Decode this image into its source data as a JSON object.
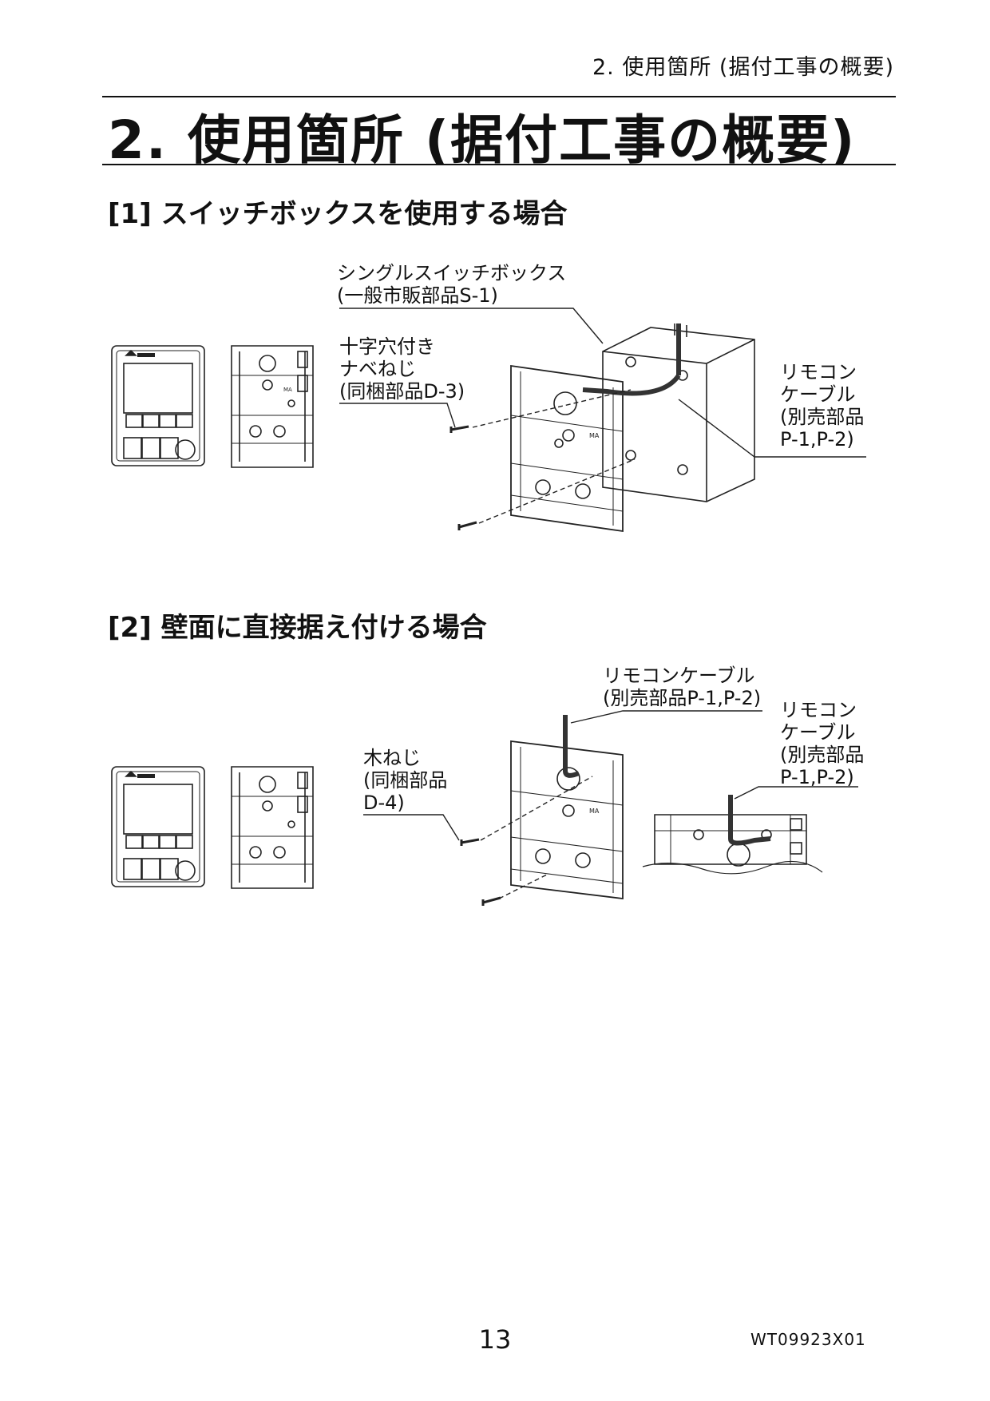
{
  "header": {
    "running_title": "2. 使用箇所 (据付工事の概要)"
  },
  "page_title": "2. 使用箇所 (据付工事の概要)",
  "section1": {
    "heading": "[1] スイッチボックスを使用する場合",
    "callout_switch_box": {
      "line1": "シングルスイッチボックス",
      "line2": "(一般市販部品S-1)"
    },
    "callout_screw": {
      "line1": "十字穴付き",
      "line2": "ナベねじ",
      "line3": "(同梱部品D-3)"
    },
    "callout_cable": {
      "line1": "リモコン",
      "line2": "ケーブル",
      "line3": "(別売部品",
      "line4": "P-1,P-2)"
    }
  },
  "section2": {
    "heading": "[2] 壁面に直接据え付ける場合",
    "callout_cable_top": {
      "line1": "リモコンケーブル",
      "line2": "(別売部品P-1,P-2)"
    },
    "callout_cable_side": {
      "line1": "リモコン",
      "line2": "ケーブル",
      "line3": "(別売部品",
      "line4": "P-1,P-2)"
    },
    "callout_wood_screw": {
      "line1": "木ねじ",
      "line2": "(同梱部品",
      "line3": "D-4)"
    }
  },
  "footer": {
    "page_number": "13",
    "doc_code": "WT09923X01"
  }
}
